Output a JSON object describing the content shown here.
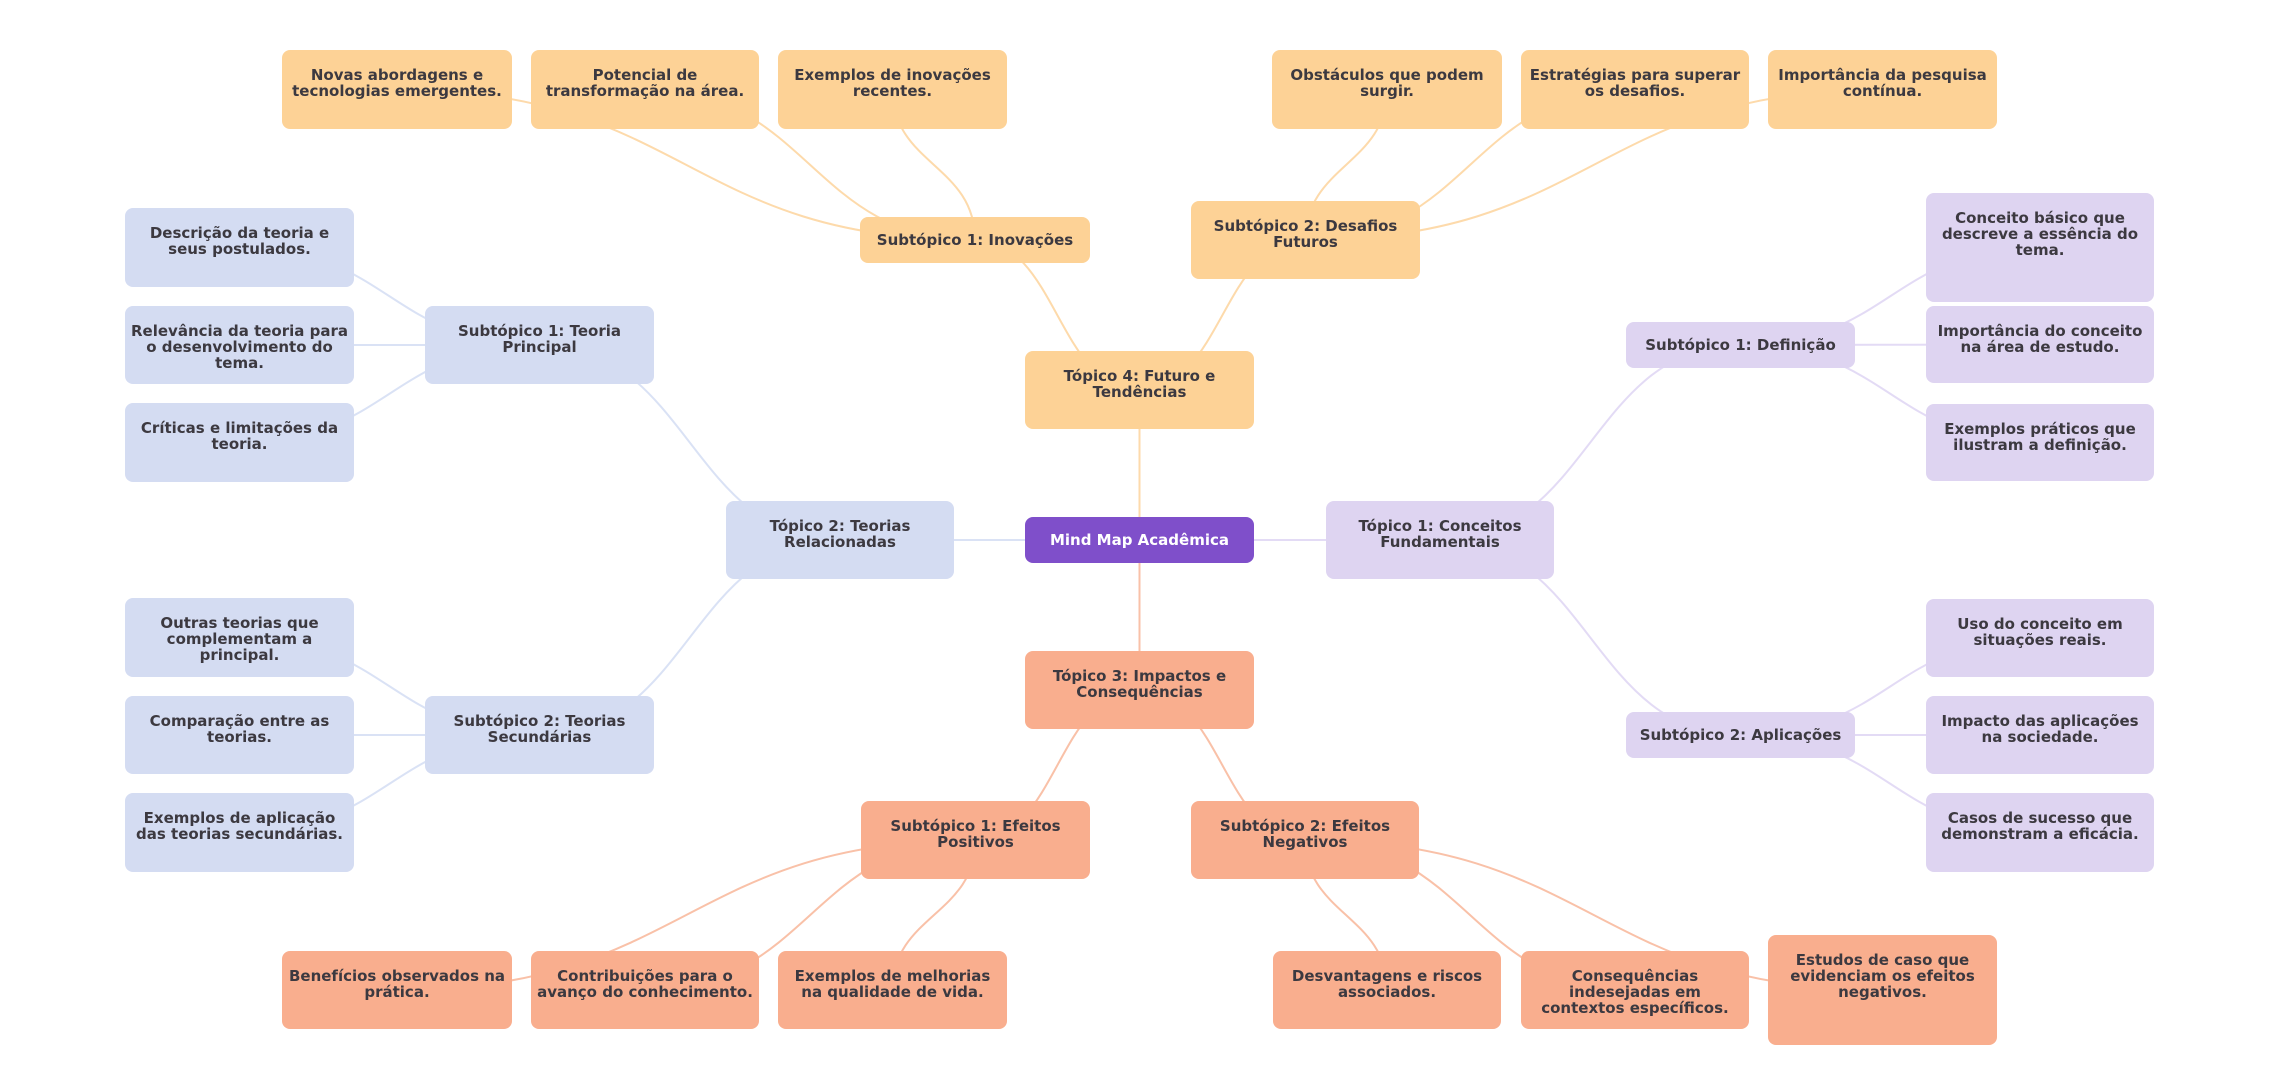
{
  "title": "Mind Map Acadêmica",
  "colors": {
    "root": "#7F4FCA",
    "conceitos": "#DED4F1",
    "teorias": "#D4DCF2",
    "impactos": "#F9AE8E",
    "futuro": "#FDD296",
    "edge_conceitos": "#E3DBF5",
    "edge_teorias": "#DAE2F5",
    "edge_impactos": "#F9C1A8",
    "edge_futuro": "#FDDAAB"
  },
  "root": {
    "id": "root",
    "label": "Mind Map Acadêmica"
  },
  "topics": [
    {
      "id": "t1",
      "label": "Tópico 1: Conceitos Fundamentais",
      "theme": "conceitos",
      "subtopics": [
        {
          "id": "t1s1",
          "label": "Subtópico 1: Definição",
          "leaves": [
            {
              "id": "t1s1l1",
              "label": "Conceito básico que descreve a essência do tema."
            },
            {
              "id": "t1s1l2",
              "label": "Importância do conceito na área de estudo."
            },
            {
              "id": "t1s1l3",
              "label": "Exemplos práticos que ilustram a definição."
            }
          ]
        },
        {
          "id": "t1s2",
          "label": "Subtópico 2: Aplicações",
          "leaves": [
            {
              "id": "t1s2l1",
              "label": "Uso do conceito em situações reais."
            },
            {
              "id": "t1s2l2",
              "label": "Impacto das aplicações na sociedade."
            },
            {
              "id": "t1s2l3",
              "label": "Casos de sucesso que demonstram a eficácia."
            }
          ]
        }
      ]
    },
    {
      "id": "t2",
      "label": "Tópico 2: Teorias Relacionadas",
      "theme": "teorias",
      "subtopics": [
        {
          "id": "t2s1",
          "label": "Subtópico 1: Teoria Principal",
          "leaves": [
            {
              "id": "t2s1l1",
              "label": "Descrição da teoria e seus postulados."
            },
            {
              "id": "t2s1l2",
              "label": "Relevância da teoria para o desenvolvimento do tema."
            },
            {
              "id": "t2s1l3",
              "label": "Críticas e limitações da teoria."
            }
          ]
        },
        {
          "id": "t2s2",
          "label": "Subtópico 2: Teorias Secundárias",
          "leaves": [
            {
              "id": "t2s2l1",
              "label": "Outras teorias que complementam a principal."
            },
            {
              "id": "t2s2l2",
              "label": "Comparação entre as teorias."
            },
            {
              "id": "t2s2l3",
              "label": "Exemplos de aplicação das teorias secundárias."
            }
          ]
        }
      ]
    },
    {
      "id": "t3",
      "label": "Tópico 3: Impactos e Consequências",
      "theme": "impactos",
      "subtopics": [
        {
          "id": "t3s1",
          "label": "Subtópico 1: Efeitos Positivos",
          "leaves": [
            {
              "id": "t3s1l1",
              "label": "Benefícios observados na prática."
            },
            {
              "id": "t3s1l2",
              "label": "Contribuições para o avanço do conhecimento."
            },
            {
              "id": "t3s1l3",
              "label": "Exemplos de melhorias na qualidade de vida."
            }
          ]
        },
        {
          "id": "t3s2",
          "label": "Subtópico 2: Efeitos Negativos",
          "leaves": [
            {
              "id": "t3s2l1",
              "label": "Desvantagens e riscos associados."
            },
            {
              "id": "t3s2l2",
              "label": "Consequências indesejadas em contextos específicos."
            },
            {
              "id": "t3s2l3",
              "label": "Estudos de caso que evidenciam os efeitos negativos."
            }
          ]
        }
      ]
    },
    {
      "id": "t4",
      "label": "Tópico 4: Futuro e Tendências",
      "theme": "futuro",
      "subtopics": [
        {
          "id": "t4s1",
          "label": "Subtópico 1: Inovações",
          "leaves": [
            {
              "id": "t4s1l1",
              "label": "Novas abordagens e tecnologias emergentes."
            },
            {
              "id": "t4s1l2",
              "label": "Potencial de transformação na área."
            },
            {
              "id": "t4s1l3",
              "label": "Exemplos de inovações recentes."
            }
          ]
        },
        {
          "id": "t4s2",
          "label": "Subtópico 2: Desafios Futuros",
          "leaves": [
            {
              "id": "t4s2l1",
              "label": "Obstáculos que podem surgir."
            },
            {
              "id": "t4s2l2",
              "label": "Estratégias para superar os desafios."
            },
            {
              "id": "t4s2l3",
              "label": "Importância da pesquisa contínua."
            }
          ]
        }
      ]
    }
  ]
}
